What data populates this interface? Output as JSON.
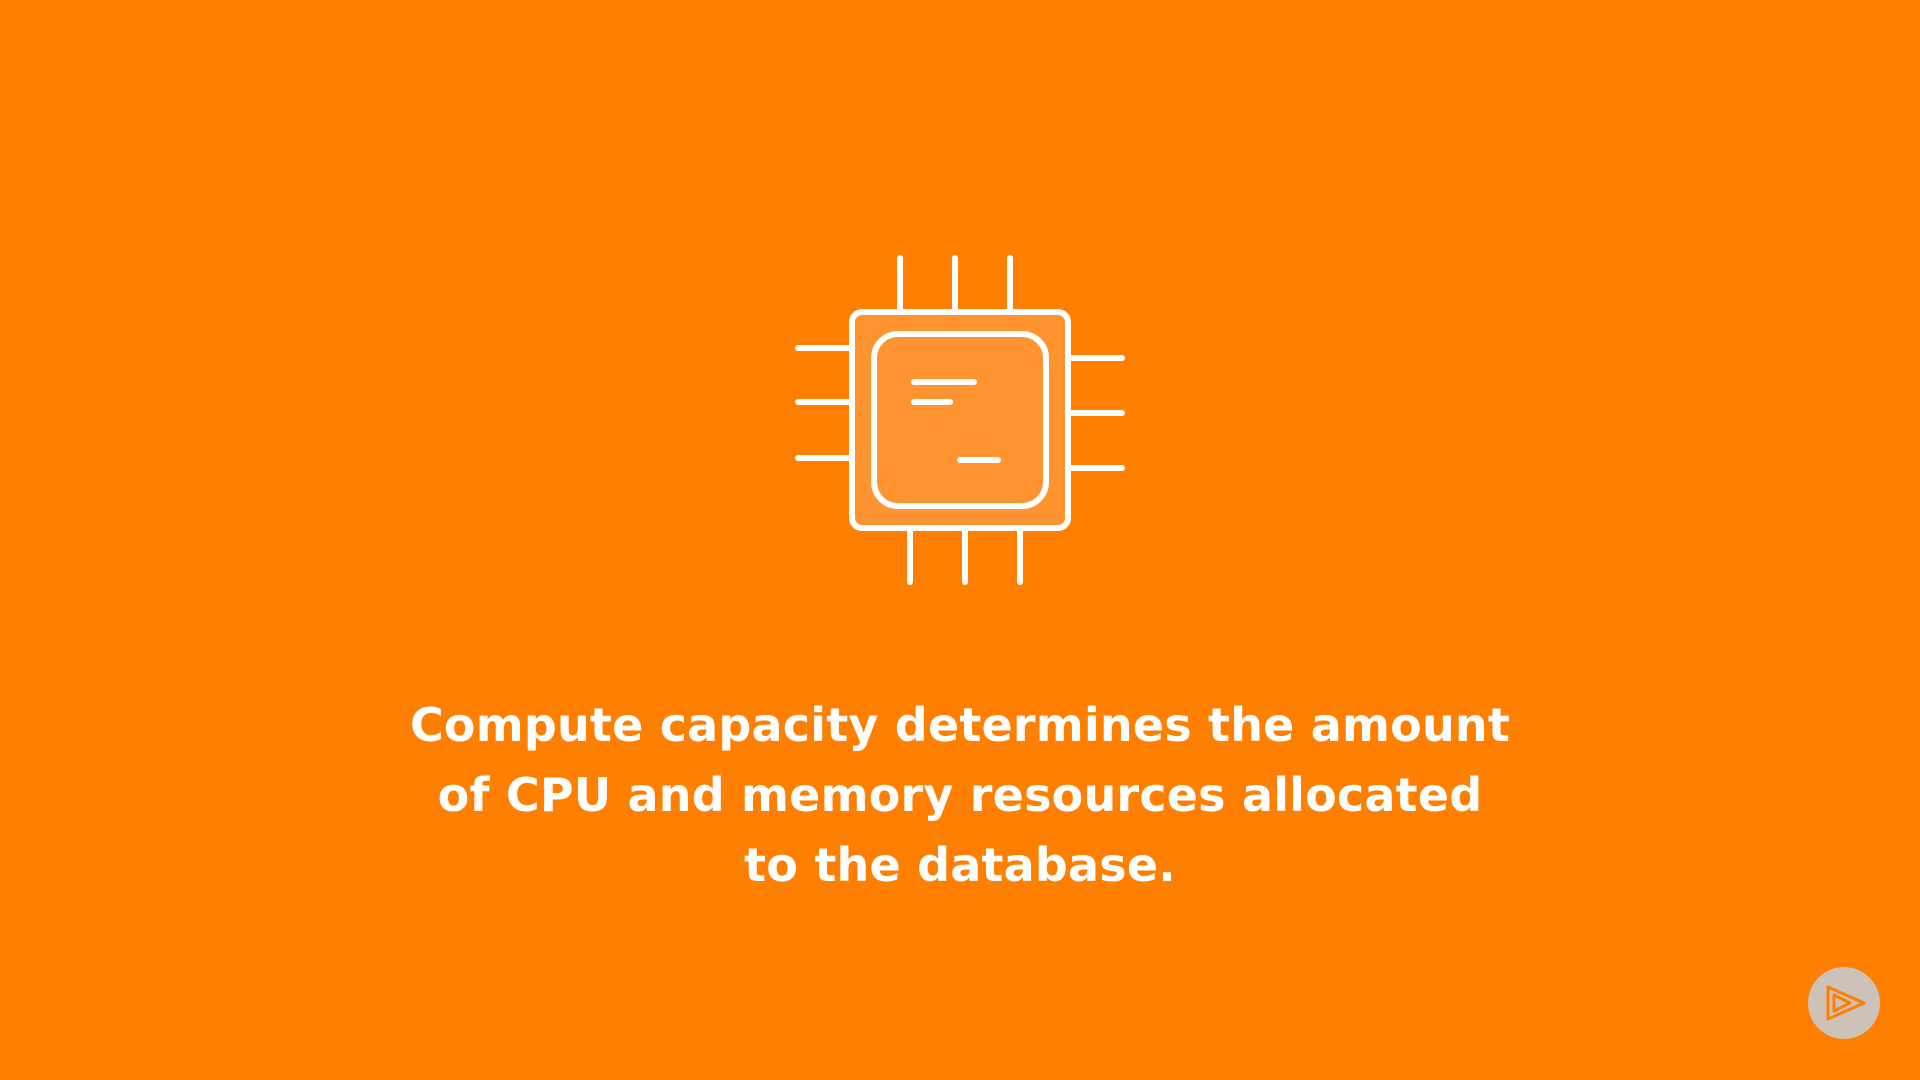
{
  "slide": {
    "background_color": "#FF7F00",
    "icon": "cpu-chip-icon",
    "caption_lines": [
      "Compute capacity determines the amount",
      "of CPU and memory resources allocated",
      "to the database."
    ]
  },
  "branding": {
    "icon": "play-logo-icon",
    "badge_color": "#C8C8C8",
    "icon_color": "#FF7F00"
  }
}
